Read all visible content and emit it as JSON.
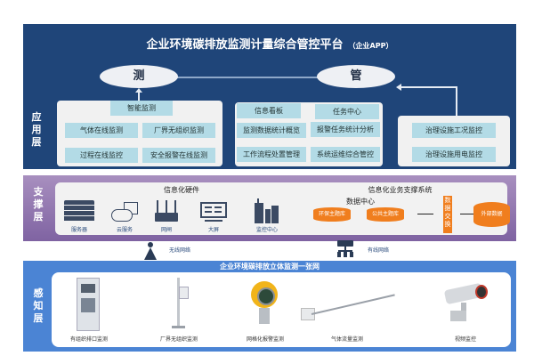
{
  "app_layer": {
    "title": "企业环境碳排放监测计量综合管控平台",
    "subtitle": "（企业APP）",
    "label": "应用层",
    "ellipse_measure": "测",
    "ellipse_manage": "管",
    "group_monitor": {
      "header": "智能监测",
      "items": [
        "气体在线监测",
        "厂界无组织监测",
        "过程在线监控",
        "安全报警在线监测"
      ]
    },
    "group_manage": {
      "headers": [
        "信息看板",
        "任务中心"
      ],
      "items": [
        "监测数据统计概览",
        "报警任务统计分析",
        "工作流程处置管理",
        "系统运维综合管控"
      ]
    },
    "group_facility": {
      "items": [
        "治理设施工况监控",
        "治理设施用电监控"
      ]
    }
  },
  "support_layer": {
    "label": "支撑层",
    "hardware": {
      "title": "信息化硬件",
      "items": [
        {
          "icon": "server-icon",
          "label": "服务器"
        },
        {
          "icon": "cloud-service-icon",
          "label": "云服务"
        },
        {
          "icon": "gateway-icon",
          "label": "网闸"
        },
        {
          "icon": "big-screen-icon",
          "label": "大屏"
        },
        {
          "icon": "monitor-center-icon",
          "label": "监控中心"
        }
      ]
    },
    "business": {
      "title": "信息化业务支撑系统",
      "data_center": "数据中心",
      "db_env": "环保主题库",
      "db_public": "公共主题库",
      "exchange": "数据交换",
      "external": "外部数据"
    }
  },
  "network": {
    "wireless": "无线网络",
    "wired": "有线网络"
  },
  "sense_layer": {
    "label": "感知层",
    "title": "企业环境碳排放立体监测一张网",
    "devices": [
      {
        "icon": "cabinet-analyzer-icon",
        "label": "有组织排口监测"
      },
      {
        "icon": "pole-sensor-icon",
        "label": "厂界无组织监测"
      },
      {
        "icon": "gas-detector-icon",
        "label": "网格化报警监测"
      },
      {
        "icon": "flow-probe-icon",
        "label": "气体流量监测"
      },
      {
        "icon": "cctv-camera-icon",
        "label": "视频监控"
      }
    ]
  },
  "colors": {
    "app_bg": "#1f4579",
    "cell_bg": "#b3dbe6",
    "support_bg": "#8f74b1",
    "sense_bg": "#4b84d4",
    "orange": "#f07e1e"
  }
}
